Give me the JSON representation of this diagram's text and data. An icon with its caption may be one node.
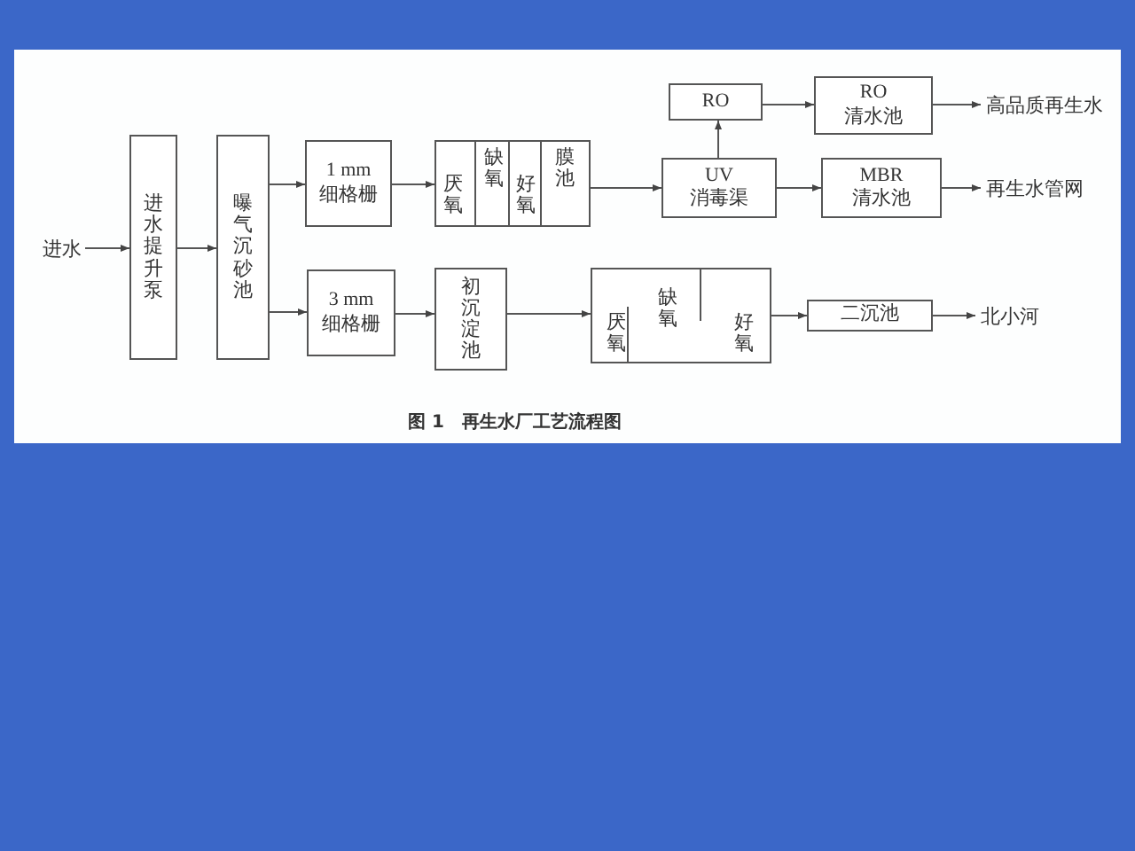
{
  "diagram": {
    "caption": "图 1　再生水厂工艺流程图",
    "nodes": [
      {
        "text": [
          "进水"
        ]
      },
      {
        "text": [
          "进水提升泵"
        ]
      },
      {
        "text": [
          "曝气沉砂池"
        ]
      },
      {
        "text": [
          "1 mm 细格栅"
        ]
      },
      {
        "text": [
          "厌氧",
          "缺氧",
          "好氧",
          "膜池"
        ]
      },
      {
        "text": [
          "UV 消毒渠"
        ]
      },
      {
        "text": [
          "RO"
        ]
      },
      {
        "text": [
          "RO 清水池"
        ]
      },
      {
        "text": [
          "高品质再生水"
        ]
      },
      {
        "text": [
          "MBR 清水池"
        ]
      },
      {
        "text": [
          "再生水管网"
        ]
      },
      {
        "text": [
          "3 mm 细格栅"
        ]
      },
      {
        "text": [
          "初沉淀池"
        ]
      },
      {
        "text": [
          "厌氧",
          "缺氧",
          "好氧"
        ]
      },
      {
        "text": [
          "二沉池"
        ]
      },
      {
        "text": [
          "北小河"
        ]
      }
    ],
    "edges": [
      {
        "from": 0,
        "to": 1,
        "arrow": "to"
      },
      {
        "from": 1,
        "to": 2,
        "arrow": "to"
      },
      {
        "from": 2,
        "to": 3,
        "arrow": "to"
      },
      {
        "from": 2,
        "to": 11,
        "arrow": "to"
      },
      {
        "from": 3,
        "to": 4,
        "arrow": "to"
      },
      {
        "from": 4,
        "to": 5,
        "arrow": "to"
      },
      {
        "from": 5,
        "to": 6,
        "arrow": "to"
      },
      {
        "from": 6,
        "to": 7,
        "arrow": "to"
      },
      {
        "from": 7,
        "to": 8,
        "arrow": "to"
      },
      {
        "from": 5,
        "to": 9,
        "arrow": "to"
      },
      {
        "from": 9,
        "to": 10,
        "arrow": "to"
      },
      {
        "from": 11,
        "to": 12,
        "arrow": "to"
      },
      {
        "from": 12,
        "to": 13,
        "arrow": "to"
      },
      {
        "from": 13,
        "to": 14,
        "arrow": "to"
      },
      {
        "from": 14,
        "to": 15,
        "arrow": "to"
      }
    ]
  }
}
